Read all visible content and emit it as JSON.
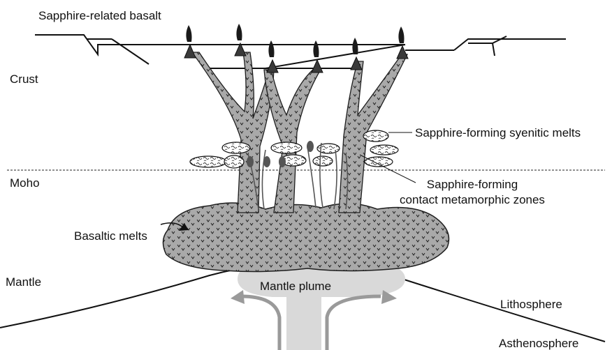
{
  "labels": {
    "basalt": "Sapphire-related basalt",
    "crust": "Crust",
    "moho": "Moho",
    "mantle": "Mantle",
    "lithosphere": "Lithosphere",
    "asthenosphere": "Asthenosphere",
    "mantle_plume": "Mantle plume",
    "basaltic_melts": "Basaltic melts",
    "syenitic_melts": "Sapphire-forming syenitic melts",
    "contact_zones_line1": "Sapphire-forming",
    "contact_zones_line2": "contact metamorphic zones"
  },
  "colors": {
    "magma_fill": "#a9a9a9",
    "plume_fill": "#d9d9d9",
    "outline": "#222222",
    "syenite_fill": "#ffffff",
    "contact_zone": "#555555"
  }
}
